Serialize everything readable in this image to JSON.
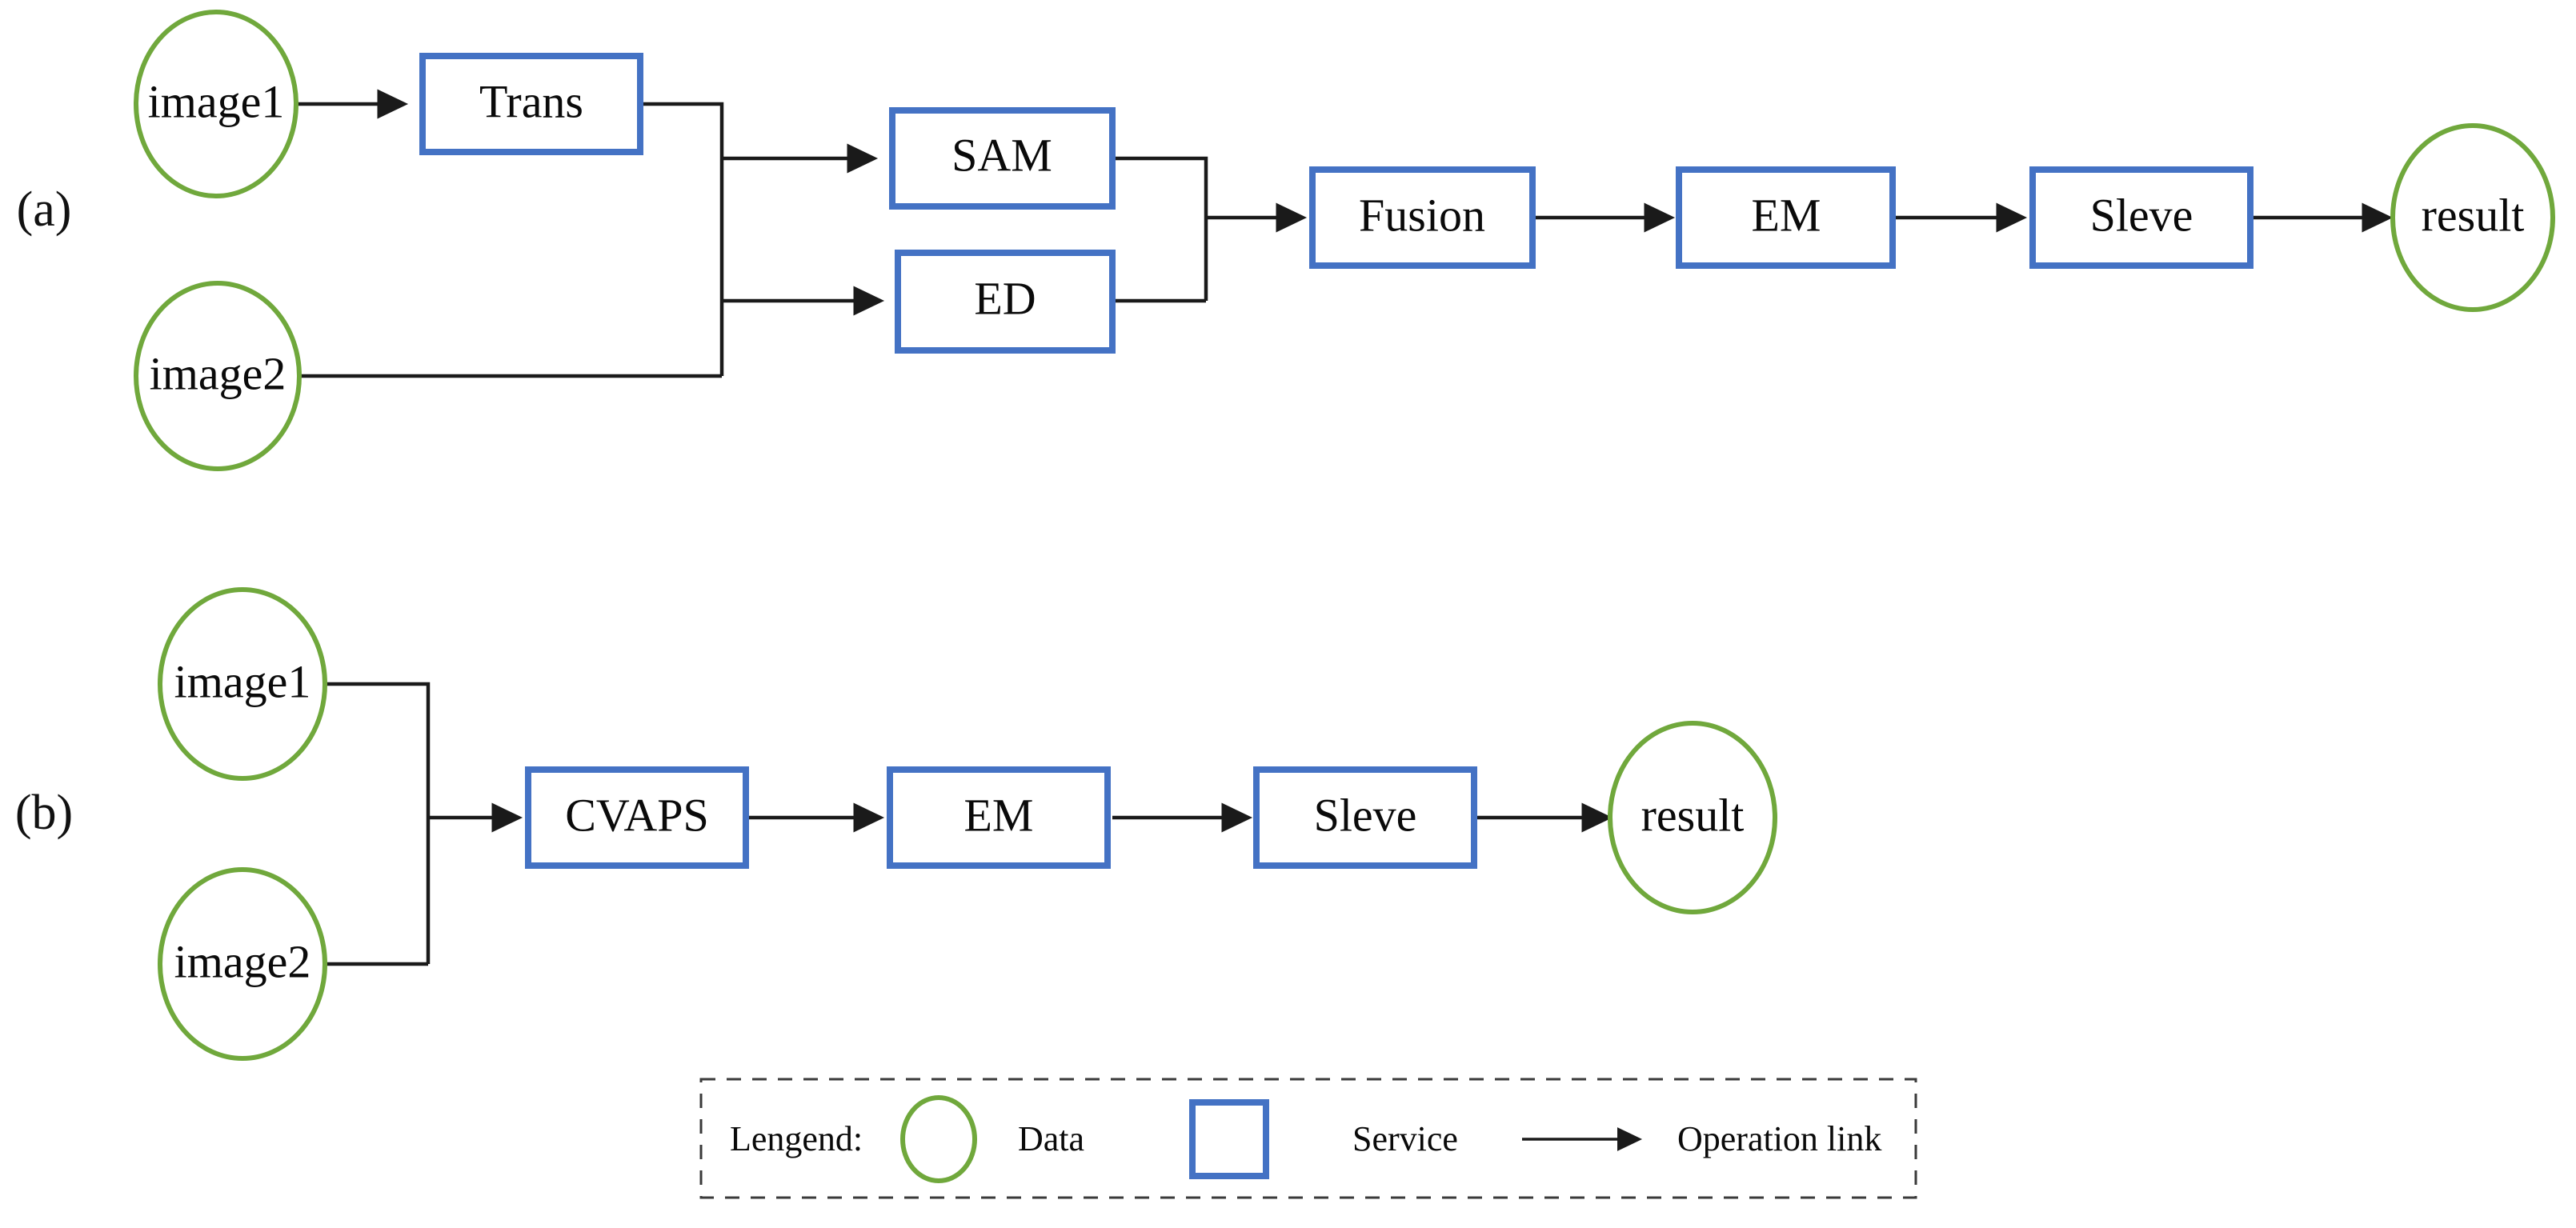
{
  "diagram": {
    "title_rows": [
      {
        "id": "row-a",
        "label": "(a)"
      },
      {
        "id": "row-b",
        "label": "(b)"
      }
    ],
    "colors": {
      "data_node_stroke": "#70A83C",
      "service_node_stroke": "#4472C4",
      "link_stroke": "#1a1a1a",
      "legend_border": "#3a3a3a",
      "background": "#ffffff"
    },
    "row_a": {
      "label": "(a)",
      "data_nodes": [
        {
          "name": "image1",
          "label": "image1"
        },
        {
          "name": "image2",
          "label": "image2"
        },
        {
          "name": "result",
          "label": "result"
        }
      ],
      "service_nodes": [
        {
          "name": "trans",
          "label": "Trans"
        },
        {
          "name": "sam",
          "label": "SAM"
        },
        {
          "name": "ed",
          "label": "ED"
        },
        {
          "name": "fusion",
          "label": "Fusion"
        },
        {
          "name": "em",
          "label": "EM"
        },
        {
          "name": "sleve",
          "label": "Sleve"
        }
      ],
      "links": [
        {
          "from": "image1",
          "to": "Trans"
        },
        {
          "from": "Trans",
          "to": "SAM"
        },
        {
          "from": "Trans",
          "to": "ED"
        },
        {
          "from": "image2",
          "to": "SAM"
        },
        {
          "from": "image2",
          "to": "ED"
        },
        {
          "from": "SAM",
          "to": "Fusion"
        },
        {
          "from": "ED",
          "to": "Fusion"
        },
        {
          "from": "Fusion",
          "to": "EM"
        },
        {
          "from": "EM",
          "to": "Sleve"
        },
        {
          "from": "Sleve",
          "to": "result"
        }
      ]
    },
    "row_b": {
      "label": "(b)",
      "data_nodes": [
        {
          "name": "image1",
          "label": "image1"
        },
        {
          "name": "image2",
          "label": "image2"
        },
        {
          "name": "result",
          "label": "result"
        }
      ],
      "service_nodes": [
        {
          "name": "cvaps",
          "label": "CVAPS"
        },
        {
          "name": "em",
          "label": "EM"
        },
        {
          "name": "sleve",
          "label": "Sleve"
        }
      ],
      "links": [
        {
          "from": "image1",
          "to": "CVAPS"
        },
        {
          "from": "image2",
          "to": "CVAPS"
        },
        {
          "from": "CVAPS",
          "to": "EM"
        },
        {
          "from": "EM",
          "to": "Sleve"
        },
        {
          "from": "Sleve",
          "to": "result"
        }
      ]
    },
    "legend": {
      "title": "Lengend:",
      "entries": [
        {
          "symbol": "ellipse-icon",
          "label": "Data"
        },
        {
          "symbol": "rectangle-icon",
          "label": "Service"
        },
        {
          "symbol": "arrow-icon",
          "label": "Operation link"
        }
      ]
    }
  }
}
